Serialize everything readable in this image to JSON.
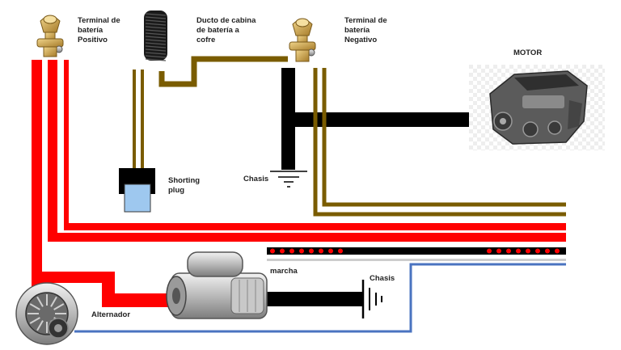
{
  "labels": {
    "terminal_positivo": "Terminal de\nbatería\nPositivo",
    "ducto": "Ducto de cabina\nde batería a\ncofre",
    "terminal_negativo": "Terminal de\nbatería\nNegativo",
    "motor": "MOTOR",
    "shorting_plug": "Shorting\nplug",
    "chasis_ground": "Chasis",
    "marcha": "marcha",
    "chasis_starter": "Chasis",
    "alternador": "Alternador"
  },
  "colors": {
    "battery_positive_wire": "#ff0000",
    "ground_wire": "#000000",
    "brown_wire": "#7a5c00",
    "blue_wire": "#4a73c0",
    "connector_body": "#000000",
    "connector_plug": "#9ec8ef",
    "terminal_brass": "#c9a14a",
    "dotted_red": "#ff0000"
  },
  "icons": {
    "positive_terminal": "battery-terminal-icon",
    "negative_terminal": "battery-terminal-icon",
    "conduit": "corrugated-conduit-icon",
    "engine": "engine-icon",
    "starter": "starter-motor-icon",
    "alternator": "alternator-icon",
    "ground": "ground-symbol-icon",
    "battery_ground": "battery-symbol-icon"
  }
}
